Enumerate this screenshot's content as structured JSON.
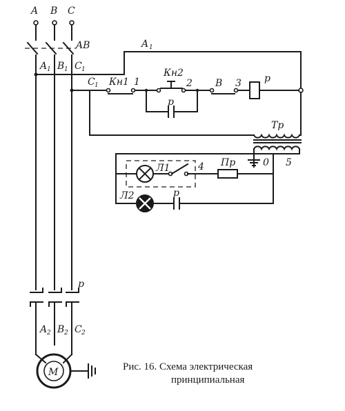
{
  "labels": {
    "phase_a": "A",
    "phase_b": "B",
    "phase_c": "C",
    "breaker": "AB",
    "a1": "A",
    "b1": "B",
    "c1": "C",
    "sub1": "1",
    "line_a1": "A",
    "line_a1_sub": "1",
    "c1_branch": "C",
    "c1_branch_sub": "1",
    "kn1": "Кн1",
    "kn2": "Кн2",
    "node1": "1",
    "node2": "2",
    "node3": "3",
    "limit_switch": "В",
    "relay_contact_bridge": "р",
    "relay_coil": "р",
    "transformer": "Тр",
    "lamp1": "Л1",
    "node4": "4",
    "fuse": "Пр",
    "zero": "0",
    "five": "5",
    "lamp2": "Л2",
    "relay_contact_lamp": "р",
    "relay_contact_main": "р",
    "a2": "A",
    "b2": "B",
    "c2": "C",
    "sub2": "2",
    "motor": "М"
  },
  "caption": {
    "line1": "Рис.  16.  Схема  электрическая",
    "line2": "принципиальная"
  }
}
